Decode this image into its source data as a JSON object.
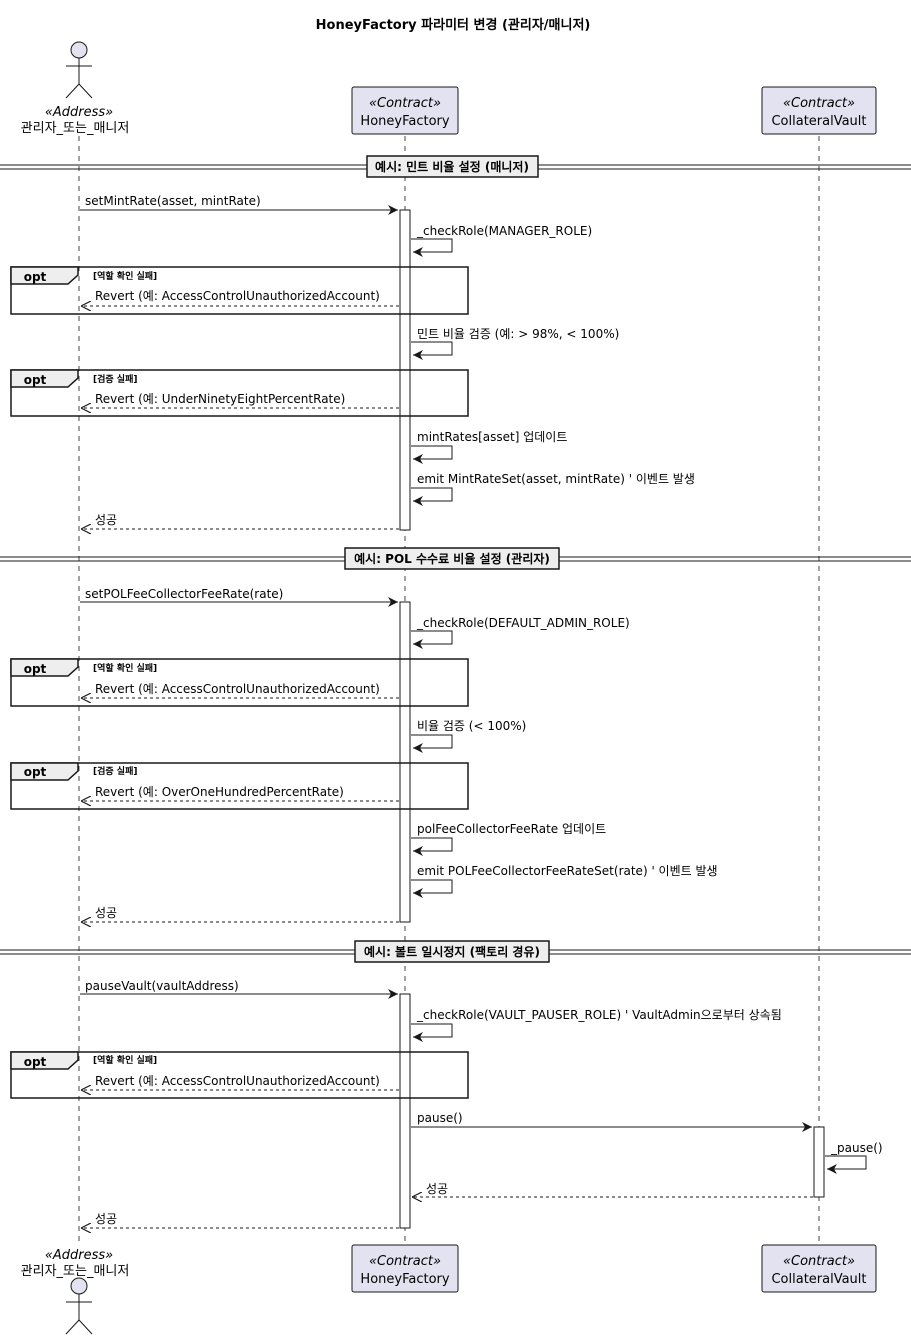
{
  "title": "HoneyFactory 파라미터 변경 (관리자/매니저)",
  "participants": {
    "admin": {
      "stereotype": "«Address»",
      "name": "관리자_또는_매니저"
    },
    "factory": {
      "stereotype": "«Contract»",
      "name": "HoneyFactory"
    },
    "vault": {
      "stereotype": "«Contract»",
      "name": "CollateralVault"
    }
  },
  "colors": {
    "participant_fill": "#E2E2F0",
    "participant_border": "#181818",
    "lifeline": "#181818",
    "background": "#FFFFFF"
  },
  "sections": [
    {
      "divider": "예시: 민트 비율 설정 (매니저)",
      "call": "setMintRate(asset, mintRate)",
      "check": "_checkRole(MANAGER_ROLE)",
      "opt1": {
        "tag": "opt",
        "guard": "[역할 확인 실패]",
        "message": "Revert (예: AccessControlUnauthorizedAccount)"
      },
      "validate": "민트 비율 검증 (예: > 98%, < 100%)",
      "opt2": {
        "tag": "opt",
        "guard": "[검증 실패]",
        "message": "Revert (예: UnderNinetyEightPercentRate)"
      },
      "update": "mintRates[asset] 업데이트",
      "emit": "emit MintRateSet(asset, mintRate) ' 이벤트 발생",
      "reply": "성공"
    },
    {
      "divider": "예시: POL 수수료 비율 설정 (관리자)",
      "call": "setPOLFeeCollectorFeeRate(rate)",
      "check": "_checkRole(DEFAULT_ADMIN_ROLE)",
      "opt1": {
        "tag": "opt",
        "guard": "[역할 확인 실패]",
        "message": "Revert (예: AccessControlUnauthorizedAccount)"
      },
      "validate": "비율 검증 (< 100%)",
      "opt2": {
        "tag": "opt",
        "guard": "[검증 실패]",
        "message": "Revert (예: OverOneHundredPercentRate)"
      },
      "update": "polFeeCollectorFeeRate 업데이트",
      "emit": "emit POLFeeCollectorFeeRateSet(rate) ' 이벤트 발생",
      "reply": "성공"
    },
    {
      "divider": "예시: 볼트 일시정지 (팩토리 경유)",
      "call": "pauseVault(vaultAddress)",
      "check": "_checkRole(VAULT_PAUSER_ROLE) ' VaultAdmin으로부터 상속됨",
      "opt1": {
        "tag": "opt",
        "guard": "[역할 확인 실패]",
        "message": "Revert (예: AccessControlUnauthorizedAccount)"
      },
      "forward": "pause()",
      "inner": "_pause()",
      "inner_reply": "성공",
      "reply": "성공"
    }
  ]
}
